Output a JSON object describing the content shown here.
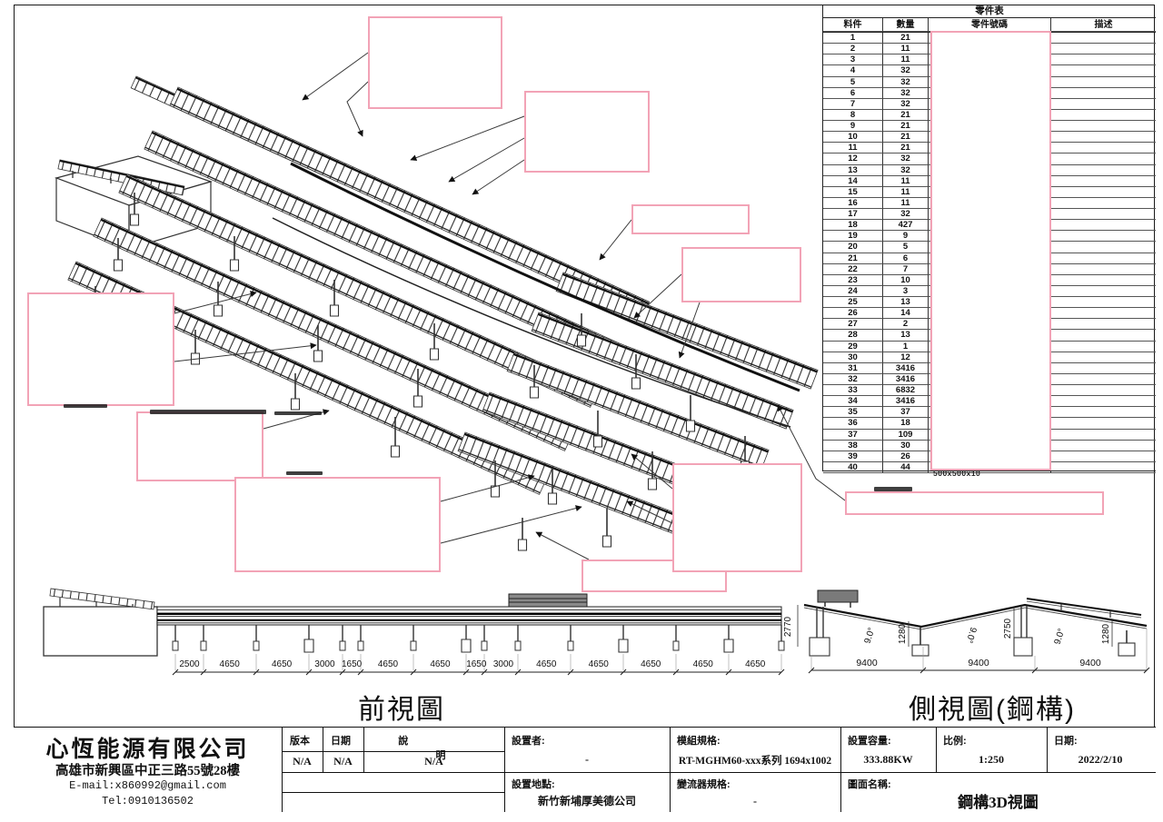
{
  "parts_table": {
    "title": "零件表",
    "col_item": "料件",
    "col_qty": "數量",
    "col_part_no": "零件號碼",
    "col_desc": "描述",
    "partial_part_no": "500x500x10",
    "rows": [
      {
        "item": "1",
        "qty": "21"
      },
      {
        "item": "2",
        "qty": "11"
      },
      {
        "item": "3",
        "qty": "11"
      },
      {
        "item": "4",
        "qty": "32"
      },
      {
        "item": "5",
        "qty": "32"
      },
      {
        "item": "6",
        "qty": "32"
      },
      {
        "item": "7",
        "qty": "32"
      },
      {
        "item": "8",
        "qty": "21"
      },
      {
        "item": "9",
        "qty": "21"
      },
      {
        "item": "10",
        "qty": "21"
      },
      {
        "item": "11",
        "qty": "21"
      },
      {
        "item": "12",
        "qty": "32"
      },
      {
        "item": "13",
        "qty": "32"
      },
      {
        "item": "14",
        "qty": "11"
      },
      {
        "item": "15",
        "qty": "11"
      },
      {
        "item": "16",
        "qty": "11"
      },
      {
        "item": "17",
        "qty": "32"
      },
      {
        "item": "18",
        "qty": "427"
      },
      {
        "item": "19",
        "qty": "9"
      },
      {
        "item": "20",
        "qty": "5"
      },
      {
        "item": "21",
        "qty": "6"
      },
      {
        "item": "22",
        "qty": "7"
      },
      {
        "item": "23",
        "qty": "10"
      },
      {
        "item": "24",
        "qty": "3"
      },
      {
        "item": "25",
        "qty": "13"
      },
      {
        "item": "26",
        "qty": "14"
      },
      {
        "item": "27",
        "qty": "2"
      },
      {
        "item": "28",
        "qty": "13"
      },
      {
        "item": "29",
        "qty": "1"
      },
      {
        "item": "30",
        "qty": "12"
      },
      {
        "item": "31",
        "qty": "3416"
      },
      {
        "item": "32",
        "qty": "3416"
      },
      {
        "item": "33",
        "qty": "6832"
      },
      {
        "item": "34",
        "qty": "3416"
      },
      {
        "item": "35",
        "qty": "37"
      },
      {
        "item": "36",
        "qty": "18"
      },
      {
        "item": "37",
        "qty": "109"
      },
      {
        "item": "38",
        "qty": "30"
      },
      {
        "item": "39",
        "qty": "26"
      },
      {
        "item": "40",
        "qty": "44"
      }
    ]
  },
  "front_view": {
    "title": "前視圖",
    "dims": [
      "2500",
      "4650",
      "4650",
      "3000",
      "1650",
      "4650",
      "4650",
      "1650",
      "3000",
      "4650",
      "4650",
      "4650",
      "4650",
      "4650"
    ]
  },
  "side_view": {
    "title": "側視圖(鋼構)",
    "spans": [
      "9400",
      "9400",
      "9400"
    ],
    "left_height": "2770",
    "valley_height": "1280",
    "peak_height": "2750",
    "right_height": "1280",
    "angles": [
      "9.0°",
      "9.0°",
      "9.0°"
    ]
  },
  "title_block": {
    "company": {
      "name": "心恆能源有限公司",
      "address": "高雄市新興區中正三路55號28樓",
      "email": "E-mail:x860992@gmail.com",
      "tel": "Tel:0910136502"
    },
    "version_label": "版本",
    "rev_date_label": "日期",
    "desc_label": "說明",
    "version_value": "N/A",
    "rev_date_value": "N/A",
    "desc_value": "N/A",
    "installer_label": "設置者:",
    "installer_value": "-",
    "location_label": "設置地點:",
    "location_value": "新竹新埔厚美德公司",
    "module_label": "模組規格:",
    "module_value": "RT-MGHM60-xxx系列 1694x1002",
    "inverter_label": "變流器規格:",
    "inverter_value": "-",
    "capacity_label": "設置容量:",
    "capacity_value": "333.88KW",
    "scale_label": "比例:",
    "scale_value": "1:250",
    "date_label": "日期:",
    "date_value": "2022/2/10",
    "drawing_label": "圖面名稱:",
    "drawing_name": "鋼構3D視圖"
  },
  "colors": {
    "callout_pink": "#f2a3b6",
    "line_dark": "#2a2a2a"
  }
}
